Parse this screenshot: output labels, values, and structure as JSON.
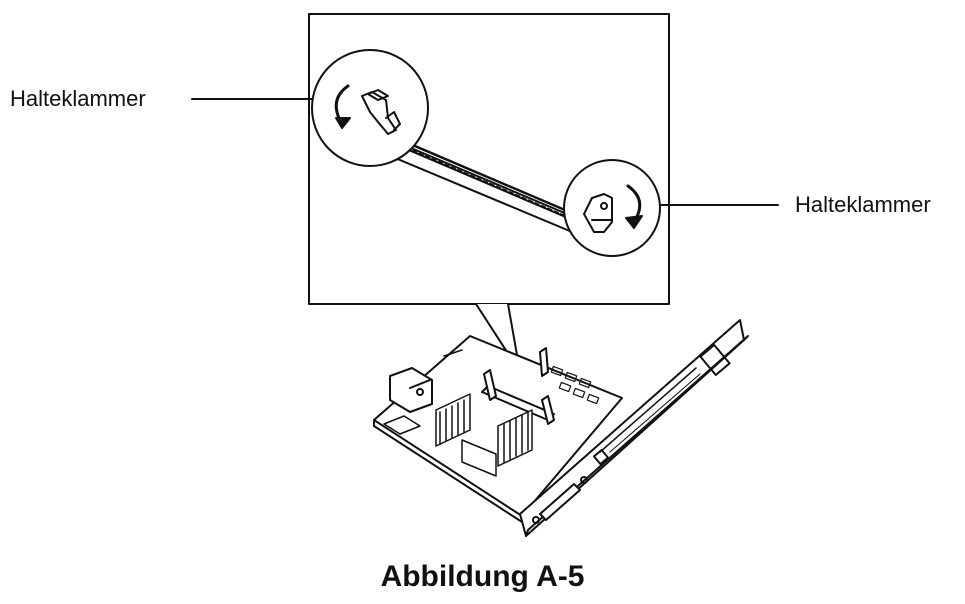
{
  "labels": {
    "left": "Halteklammer",
    "right": "Halteklammer"
  },
  "caption": "Abbildung A-5",
  "colors": {
    "line": "#111111",
    "background": "#ffffff"
  }
}
